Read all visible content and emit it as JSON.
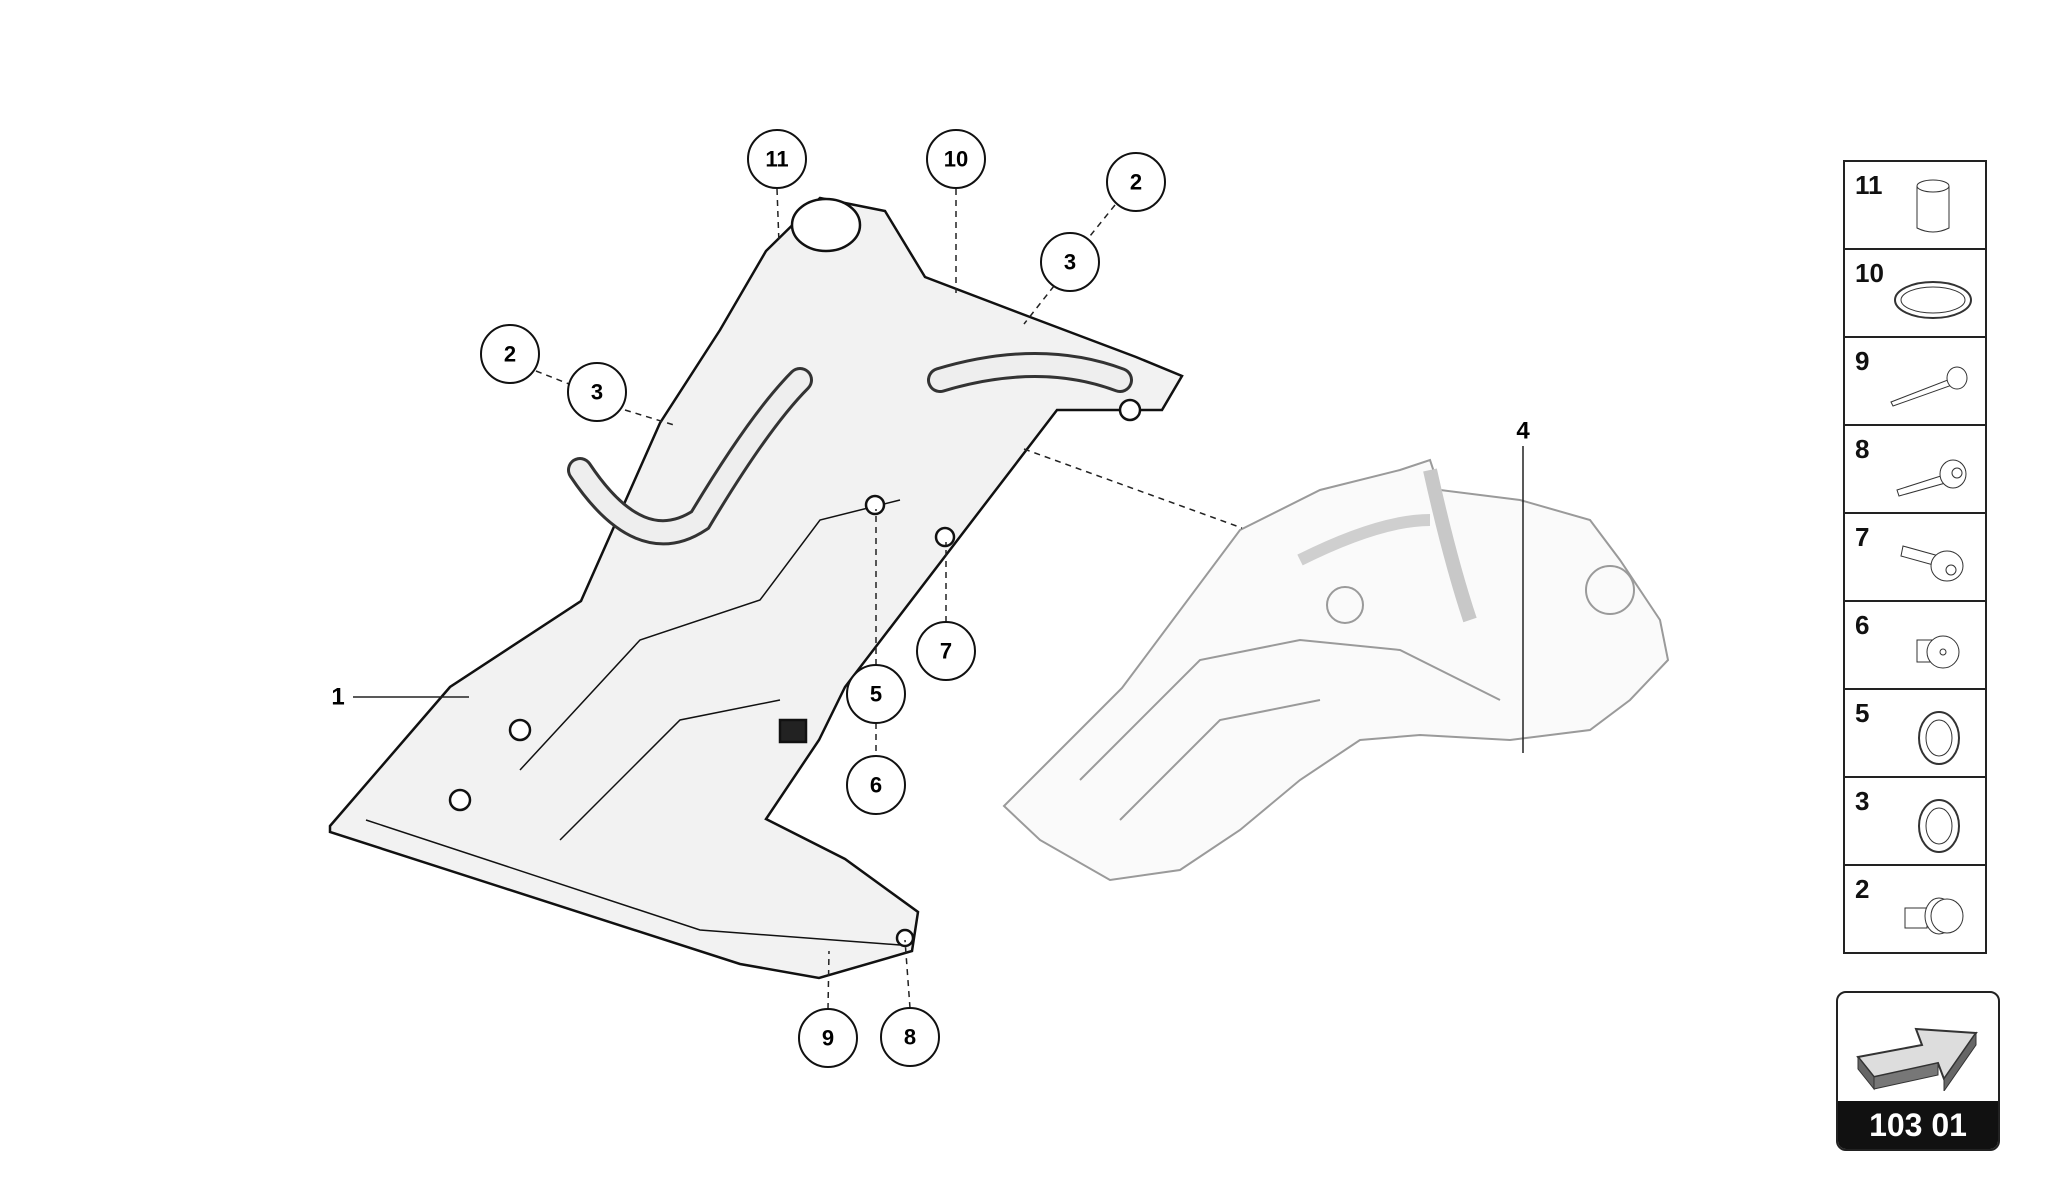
{
  "diagram": {
    "callouts": [
      {
        "label": "11"
      },
      {
        "label": "10"
      },
      {
        "label": "2"
      },
      {
        "label": "3"
      },
      {
        "label": "2"
      },
      {
        "label": "3"
      },
      {
        "label": "7"
      },
      {
        "label": "5"
      },
      {
        "label": "6"
      },
      {
        "label": "9"
      },
      {
        "label": "8"
      }
    ],
    "plain_labels": [
      {
        "label": "1"
      },
      {
        "label": "4"
      }
    ]
  },
  "legend": {
    "items": [
      {
        "number": "11",
        "icon": "sleeve-icon"
      },
      {
        "number": "10",
        "icon": "gasket-icon"
      },
      {
        "number": "9",
        "icon": "long-bolt-icon"
      },
      {
        "number": "8",
        "icon": "bolt-icon"
      },
      {
        "number": "7",
        "icon": "short-bolt-icon"
      },
      {
        "number": "6",
        "icon": "plug-icon"
      },
      {
        "number": "5",
        "icon": "seal-ring-icon"
      },
      {
        "number": "3",
        "icon": "seal-ring-icon"
      },
      {
        "number": "2",
        "icon": "screw-plug-icon"
      }
    ]
  },
  "reference": {
    "code": "103 01",
    "icon": "arrow-icon"
  }
}
